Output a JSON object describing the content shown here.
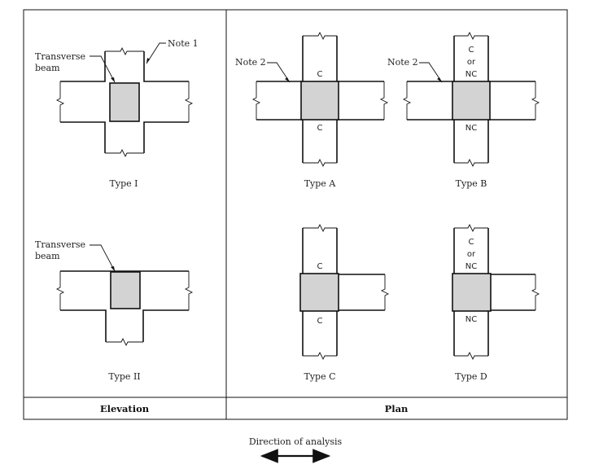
{
  "panels": {
    "elevation": {
      "header": "Elevation",
      "type_i": {
        "caption": "Type I",
        "transverse_beam_label": [
          "Transverse",
          "beam"
        ],
        "note_label": "Note 1"
      },
      "type_ii": {
        "caption": "Type II",
        "transverse_beam_label": [
          "Transverse",
          "beam"
        ]
      }
    },
    "plan": {
      "header": "Plan",
      "type_a": {
        "caption": "Type A",
        "note_label": "Note 2",
        "top": "C",
        "bottom": "C"
      },
      "type_b": {
        "caption": "Type B",
        "note_label": "Note 2",
        "top": [
          "C",
          "or",
          "NC"
        ],
        "bottom": "NC"
      },
      "type_c": {
        "caption": "Type C",
        "top": "C",
        "bottom": "C"
      },
      "type_d": {
        "caption": "Type D",
        "top": [
          "C",
          "or",
          "NC"
        ],
        "bottom": "NC"
      }
    }
  },
  "footer": {
    "direction_label": "Direction of analysis"
  },
  "colors": {
    "joint_fill": "#d3d3d3",
    "line": "#111111"
  }
}
